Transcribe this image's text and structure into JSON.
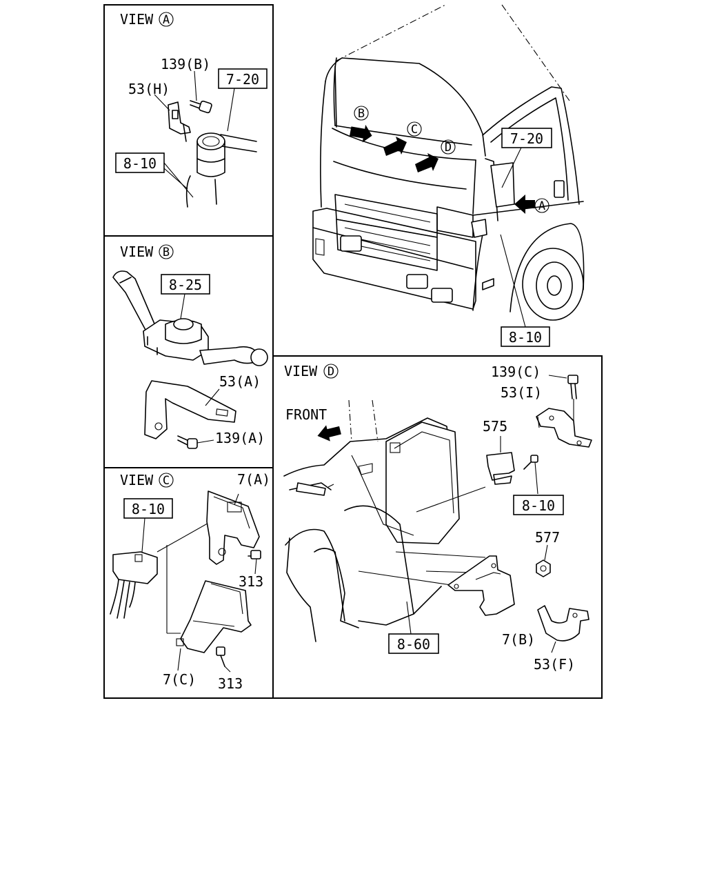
{
  "views": {
    "a": {
      "prefix": "VIEW",
      "letter": "A"
    },
    "b": {
      "prefix": "VIEW",
      "letter": "B"
    },
    "c": {
      "prefix": "VIEW",
      "letter": "C"
    },
    "d": {
      "prefix": "VIEW",
      "letter": "D"
    }
  },
  "view_a": {
    "bolt": "139(B)",
    "bracket": "53(H)",
    "ref_box_1": "7-20",
    "ref_box_2": "8-10"
  },
  "view_b": {
    "ref_box": "8-25",
    "bracket": "53(A)",
    "bolt": "139(A)"
  },
  "view_c": {
    "ref_box": "8-10",
    "bracket_top": "7(A)",
    "bolt_top": "313",
    "bracket_bottom": "7(C)",
    "bolt_bottom": "313"
  },
  "truck": {
    "arrow_b": "B",
    "arrow_c": "C",
    "arrow_d": "D",
    "arrow_a": "A",
    "ref_box_mirror": "7-20",
    "ref_box_bottom": "8-10"
  },
  "view_d": {
    "front": "FRONT",
    "bolt": "139(C)",
    "bracket_i": "53(I)",
    "clip": "575",
    "ref_box_1": "8-10",
    "nut": "577",
    "ref_box_2": "8-60",
    "bracket_b": "7(B)",
    "bracket_f": "53(F)"
  }
}
